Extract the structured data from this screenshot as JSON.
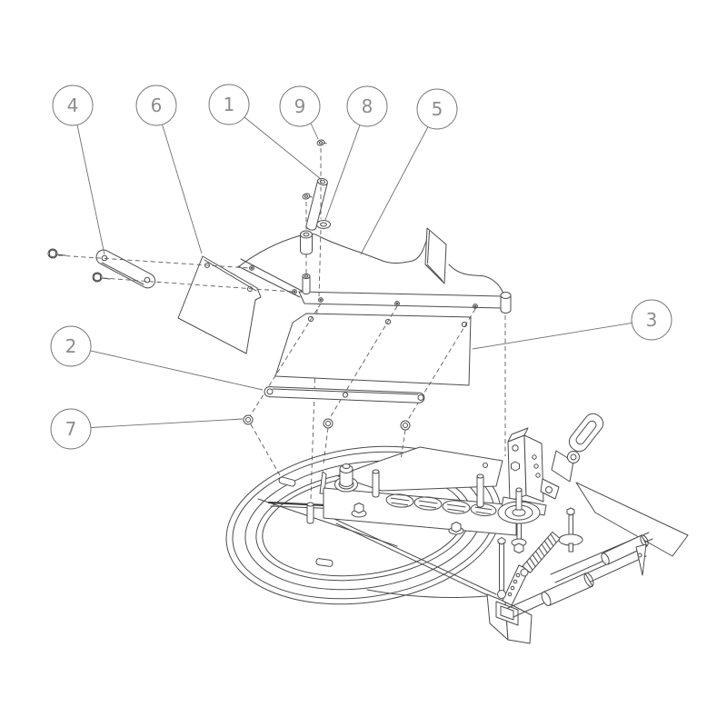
{
  "diagram": {
    "type": "exploded-parts-line-drawing",
    "background_color": "#ffffff",
    "line_color": "#4c4c4c",
    "callout_line_color": "#707070",
    "callout_text_color": "#8c8c8c",
    "callouts": [
      {
        "label": "4"
      },
      {
        "label": "6"
      },
      {
        "label": "1"
      },
      {
        "label": "9"
      },
      {
        "label": "8"
      },
      {
        "label": "5"
      },
      {
        "label": "3"
      },
      {
        "label": "2"
      },
      {
        "label": "7"
      }
    ]
  }
}
